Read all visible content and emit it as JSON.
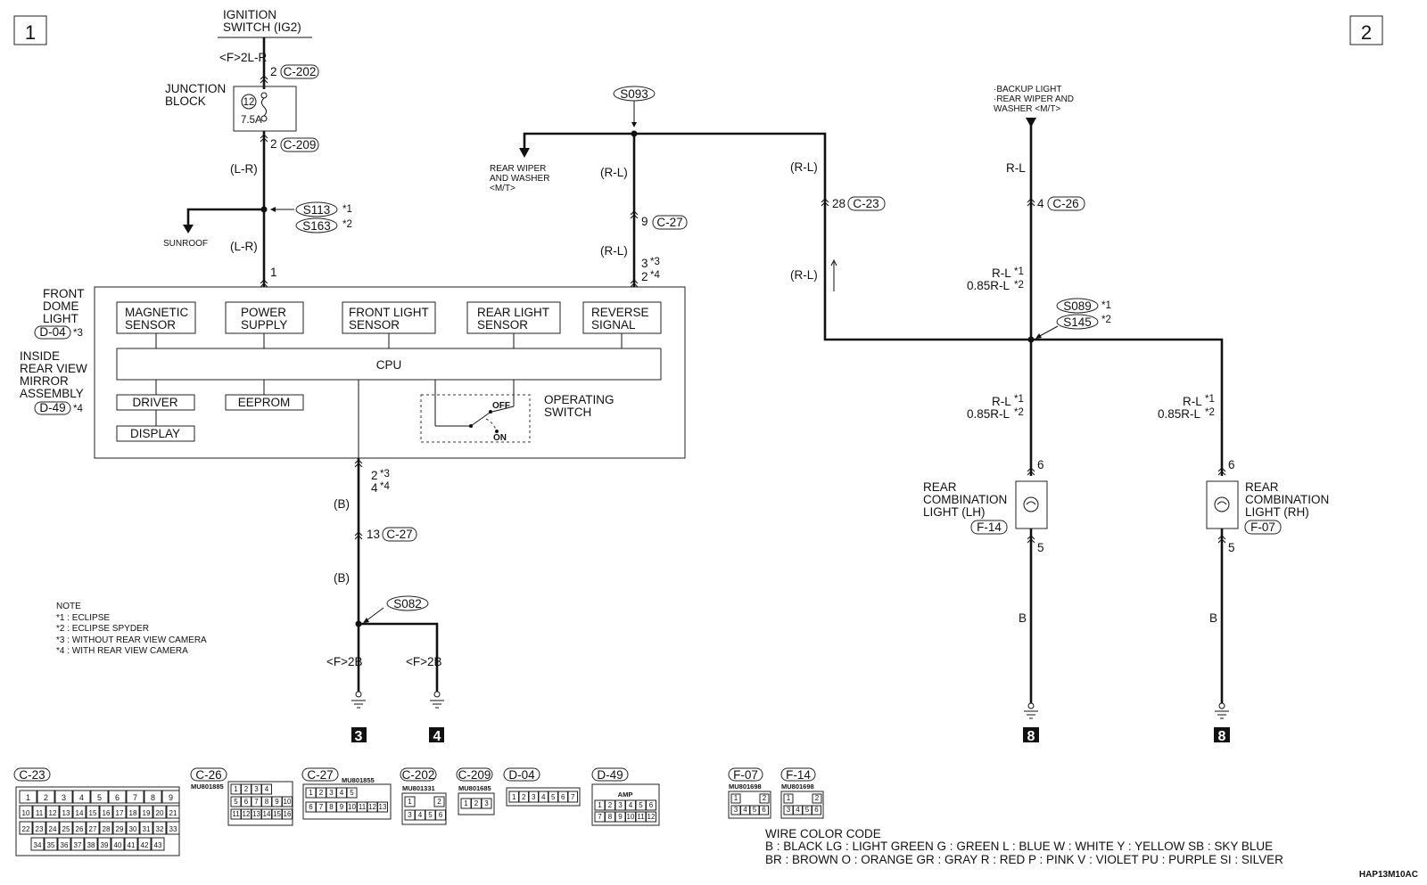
{
  "page_markers": {
    "left": "1",
    "right": "2"
  },
  "ignition": {
    "line1": "IGNITION",
    "line2": "SWITCH (IG2)"
  },
  "junction_block": {
    "line1": "JUNCTION",
    "line2": "BLOCK",
    "fuse_no": "12",
    "fuse_amp": "7.5A"
  },
  "sunroof_label": "SUNROOF",
  "mirror": {
    "front_dome": [
      "FRONT",
      "DOME",
      "LIGHT"
    ],
    "front_dome_conn": "D-04",
    "inside_mirror": [
      "INSIDE",
      "REAR VIEW",
      "MIRROR",
      "ASSEMBLY"
    ],
    "inside_mirror_conn": "D-49",
    "modules": {
      "magnetic": [
        "MAGNETIC",
        "SENSOR"
      ],
      "power": [
        "POWER",
        "SUPPLY"
      ],
      "front_light": [
        "FRONT LIGHT",
        "SENSOR"
      ],
      "rear_light": [
        "REAR LIGHT",
        "SENSOR"
      ],
      "reverse": [
        "REVERSE",
        "SIGNAL"
      ],
      "cpu": "CPU",
      "driver": "DRIVER",
      "eeprom": "EEPROM",
      "display": "DISPLAY"
    },
    "operating_switch": [
      "OPERATING",
      "SWITCH"
    ],
    "switch_off": "OFF",
    "switch_on": "ON"
  },
  "rear_wiper_label": [
    "REAR WIPER",
    "AND WASHER",
    "<M/T>"
  ],
  "backup_label": [
    "·BACKUP LIGHT",
    "·REAR WIPER AND",
    " WASHER <M/T>"
  ],
  "lamps": {
    "lh": [
      "REAR",
      "COMBINATION",
      "LIGHT (LH)"
    ],
    "lh_conn": "F-14",
    "rh": [
      "REAR",
      "COMBINATION",
      "LIGHT (RH)"
    ],
    "rh_conn": "F-07"
  },
  "splices": {
    "s093": "S093",
    "s113": "S113",
    "s163": "S163",
    "s082": "S082",
    "s089": "S089",
    "s145": "S145"
  },
  "star_marks": {
    "s1": "*1",
    "s2": "*2",
    "s3": "*3",
    "s4": "*4"
  },
  "wire_labels": {
    "f2lr": "<F>2L-R",
    "lr": "(L-R)",
    "rl_paren": "(R-L)",
    "b_paren": "(B)",
    "f2b": "<F>2B",
    "rl": "R-L",
    "r085": "0.85R-L",
    "b": "B"
  },
  "pins": {
    "p2": "2",
    "p1": "1",
    "p9": "9",
    "p3": "3",
    "p4": "4",
    "p13": "13",
    "p28": "28",
    "p6": "6",
    "p5": "5"
  },
  "connectors": {
    "c202": "C-202",
    "c209": "C-209",
    "c27": "C-27",
    "c23": "C-23",
    "c26": "C-26",
    "d04": "D-04",
    "d49": "D-49",
    "f07": "F-07",
    "f14": "F-14"
  },
  "grounds": {
    "g3": "3",
    "g4": "4",
    "g8": "8"
  },
  "note": {
    "title": "NOTE",
    "items": [
      "*1 : ECLIPSE",
      "*2 : ECLIPSE SPYDER",
      "*3 : WITHOUT REAR VIEW CAMERA",
      "*4 : WITH REAR VIEW CAMERA"
    ]
  },
  "connector_parts": {
    "c26": "MU801885",
    "c27": "MU801855",
    "c202": "MU801331",
    "c209": "MU801685",
    "f07": "MU801698",
    "f14": "MU801698",
    "amp": "AMP"
  },
  "connector_pins": {
    "c23_row1": [
      "1",
      "2",
      "3",
      "4",
      "5",
      "6",
      "7",
      "8",
      "9"
    ],
    "c23_row2": [
      "10",
      "11",
      "12",
      "13",
      "14",
      "15",
      "16",
      "17",
      "18",
      "19",
      "20",
      "21"
    ],
    "c23_row3": [
      "22",
      "23",
      "24",
      "25",
      "26",
      "27",
      "28",
      "29",
      "30",
      "31",
      "32",
      "33"
    ],
    "c23_row4": [
      "34",
      "35",
      "36",
      "37",
      "38",
      "39",
      "40",
      "41",
      "42",
      "43"
    ],
    "c26_row1": [
      "1",
      "2",
      "3",
      "4"
    ],
    "c26_row2": [
      "5",
      "6",
      "7",
      "8",
      "9",
      "10"
    ],
    "c26_row3": [
      "11",
      "12",
      "13",
      "14",
      "15",
      "16"
    ],
    "c27_row1": [
      "1",
      "2",
      "3",
      "4",
      "5"
    ],
    "c27_row2": [
      "6",
      "7",
      "8",
      "9",
      "10",
      "11",
      "12",
      "13"
    ],
    "c202_row1": [
      "1",
      "2"
    ],
    "c202_row2": [
      "3",
      "4",
      "5",
      "6"
    ],
    "c209_row": [
      "1",
      "2",
      "3"
    ],
    "d04_row": [
      "1",
      "2",
      "3",
      "4",
      "5",
      "6",
      "7"
    ],
    "d49_row1": [
      "1",
      "2",
      "3",
      "4",
      "5",
      "6"
    ],
    "d49_row2": [
      "7",
      "8",
      "9",
      "10",
      "11",
      "12"
    ],
    "f_row1": [
      "1",
      "2"
    ],
    "f_row2": [
      "3",
      "4",
      "5",
      "6"
    ]
  },
  "color_code": {
    "title": "WIRE COLOR CODE",
    "line1": "B : BLACK   LG : LIGHT GREEN   G : GREEN   L : BLUE   W : WHITE   Y : YELLOW   SB : SKY BLUE",
    "line2": "BR : BROWN   O : ORANGE   GR : GRAY   R : RED   P : PINK   V : VIOLET   PU : PURPLE   SI : SILVER"
  },
  "figure_code": "HAP13M10AC"
}
